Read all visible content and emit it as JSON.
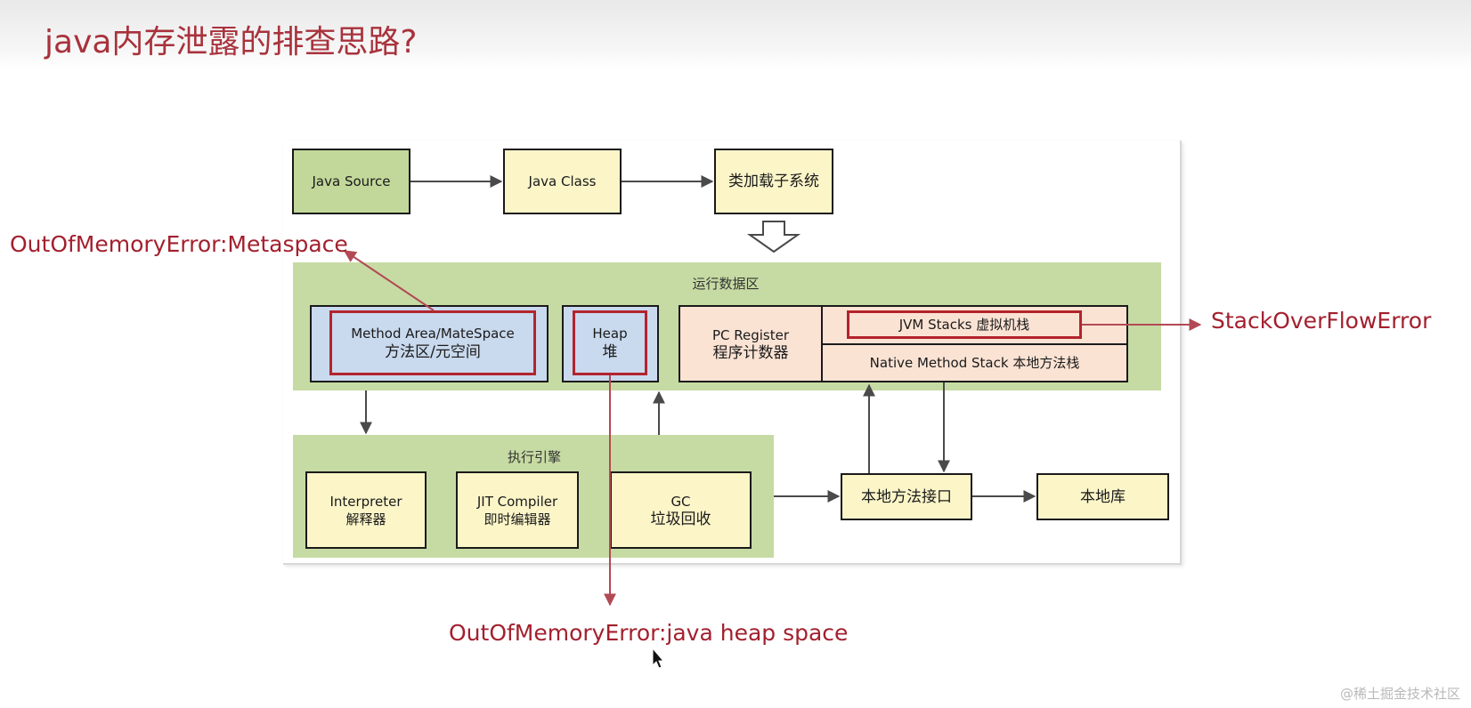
{
  "slide": {
    "title": "java内存泄露的排查思路?",
    "watermark": "@稀土掘金技术社区"
  },
  "flow": {
    "java_source": "Java Source",
    "java_class": "Java Class",
    "class_loader": "类加载子系统"
  },
  "runtime_area": {
    "title": "运行数据区",
    "method_area_en": "Method Area/MateSpace",
    "method_area_cn": "方法区/元空间",
    "heap_en": "Heap",
    "heap_cn": "堆",
    "pc_en": "PC Register",
    "pc_cn": "程序计数器",
    "jvm_stacks": "JVM Stacks 虚拟机栈",
    "native_stack": "Native Method Stack 本地方法栈"
  },
  "engine": {
    "title": "执行引擎",
    "interpreter_en": "Interpreter",
    "interpreter_cn": "解释器",
    "jit_en": "JIT Compiler",
    "jit_cn": "即时编辑器",
    "gc_en": "GC",
    "gc_cn": "垃圾回收"
  },
  "native": {
    "interface": "本地方法接口",
    "library": "本地库"
  },
  "errors": {
    "metaspace": "OutOfMemoryError:Metaspace",
    "stack": "StackOverFlowError",
    "heap": "OutOfMemoryError:java heap space"
  },
  "colors": {
    "title_red": "#a8323c",
    "error_red": "#a3202e",
    "region_green": "#c6dba3",
    "box_yellow": "#fbf5c8",
    "box_blue": "#c9d9ee",
    "box_peach": "#fbe3d4"
  }
}
